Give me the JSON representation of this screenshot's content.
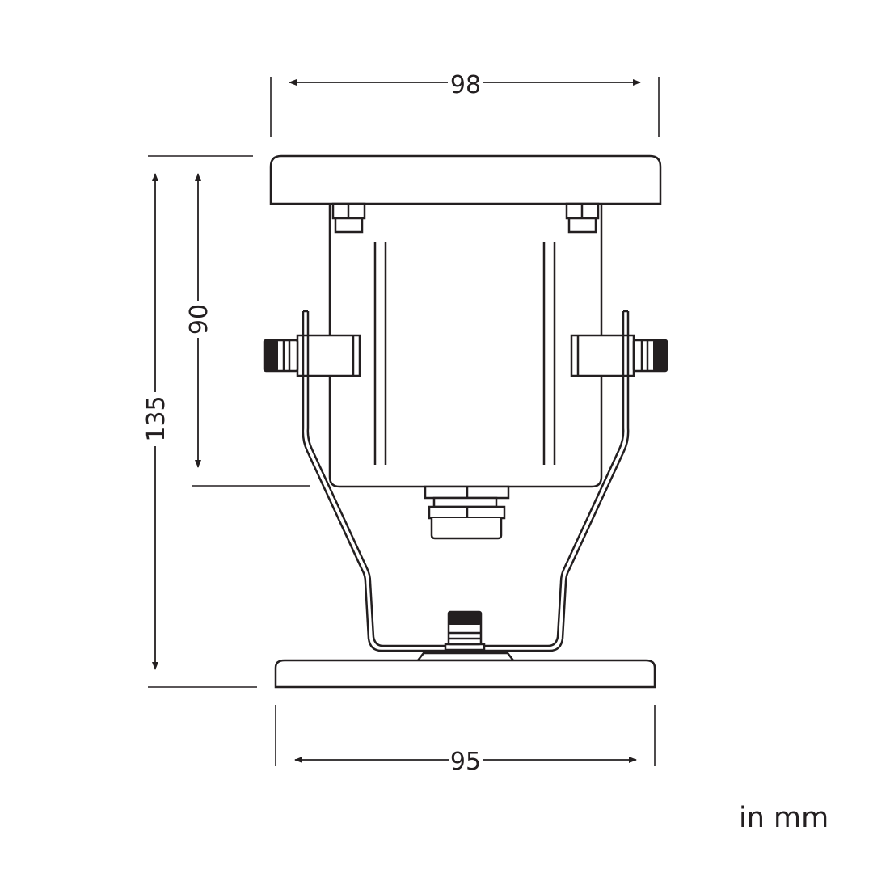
{
  "dimensions": {
    "top_width": "98",
    "total_height": "135",
    "body_height": "90",
    "base_width": "95"
  },
  "unit_label": "in mm",
  "colors": {
    "line": "#231f20",
    "background": "#ffffff"
  }
}
